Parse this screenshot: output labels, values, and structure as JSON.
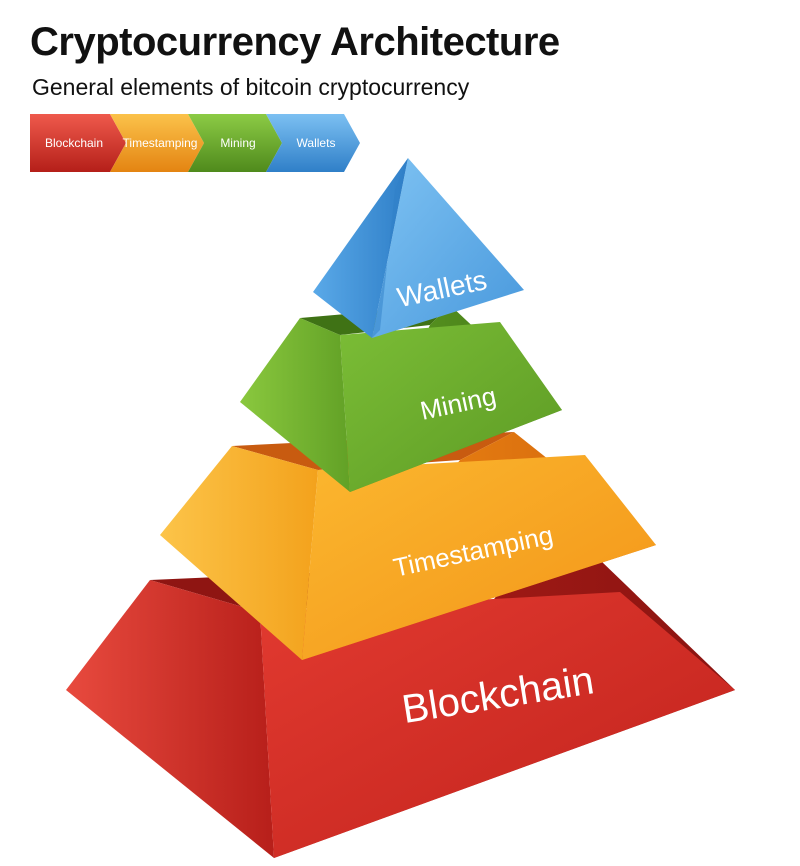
{
  "header": {
    "title": "Cryptocurrency Architecture",
    "subtitle": "General elements of bitcoin cryptocurrency"
  },
  "process_arrows": [
    {
      "label": "Blockchain",
      "color": "#d9322b"
    },
    {
      "label": "Timestamping",
      "color": "#f4a21c"
    },
    {
      "label": "Mining",
      "color": "#6aa82a"
    },
    {
      "label": "Wallets",
      "color": "#4a9de0"
    }
  ],
  "pyramid": {
    "layers": [
      {
        "label": "Blockchain",
        "color": "#d9322b"
      },
      {
        "label": "Timestamping",
        "color": "#f4a21c"
      },
      {
        "label": "Mining",
        "color": "#6aa82a"
      },
      {
        "label": "Wallets",
        "color": "#4a9de0"
      }
    ]
  }
}
